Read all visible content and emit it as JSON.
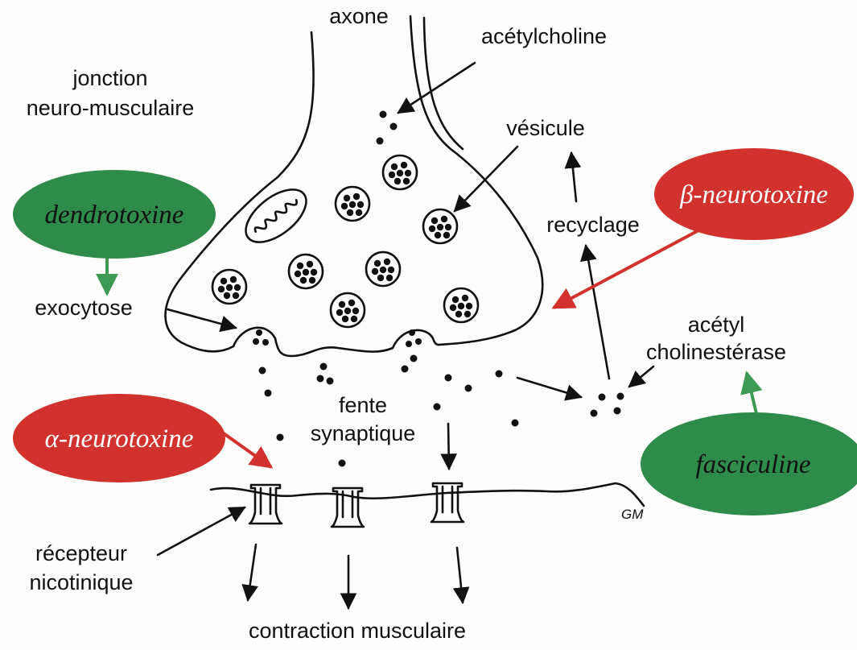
{
  "labels": {
    "axone": "axone",
    "acetylcholine": "acétylcholine",
    "jonction_1": "jonction",
    "jonction_2": "neuro-musculaire",
    "vesicule": "vésicule",
    "recyclage": "recyclage",
    "exocytose": "exocytose",
    "acetyl_1": "acétyl",
    "acetyl_2": "cholinestérase",
    "fente_1": "fente",
    "fente_2": "synaptique",
    "recepteur_1": "récepteur",
    "recepteur_2": "nicotinique",
    "contraction": "contraction musculaire",
    "signature": "GM"
  },
  "toxins": [
    {
      "id": "dendrotoxine",
      "label": "dendrotoxine",
      "color": "#2e8b4a",
      "category": "green"
    },
    {
      "id": "beta",
      "label": "β-neurotoxine",
      "color": "#d2322d",
      "category": "red"
    },
    {
      "id": "alpha",
      "label": "α-neurotoxine",
      "color": "#d2322d",
      "category": "red"
    },
    {
      "id": "fasciculine",
      "label": "fasciculine",
      "color": "#2e8b4a",
      "category": "green"
    }
  ],
  "colors": {
    "ink": "#111111",
    "red_arrow": "#d2322d",
    "green_arrow": "#3c9a52"
  }
}
